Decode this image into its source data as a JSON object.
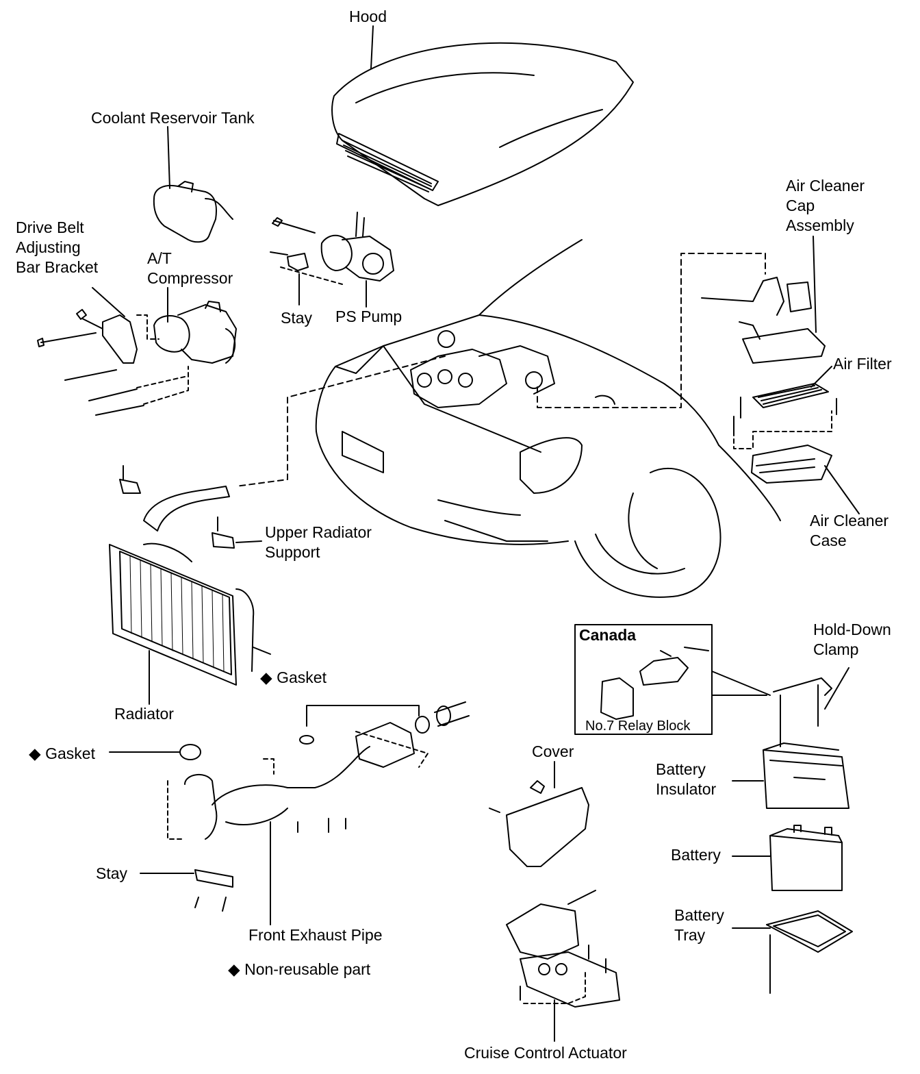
{
  "labels": {
    "hood": "Hood",
    "coolant_tank": "Coolant Reservoir Tank",
    "drive_belt_1": "Drive Belt",
    "drive_belt_2": "Adjusting",
    "drive_belt_3": "Bar Bracket",
    "at_1": "A/T",
    "at_2": "Compressor",
    "stay_top": "Stay",
    "ps_pump": "PS Pump",
    "air_cap_1": "Air Cleaner",
    "air_cap_2": "Cap",
    "air_cap_3": "Assembly",
    "air_filter": "Air Filter",
    "air_case_1": "Air Cleaner",
    "air_case_2": "Case",
    "upper_rad_1": "Upper Radiator",
    "upper_rad_2": "Support",
    "radiator": "Radiator",
    "gasket_right": "Gasket",
    "gasket_left": "Gasket",
    "stay_bottom": "Stay",
    "front_exhaust": "Front Exhaust Pipe",
    "non_reusable": "Non-reusable part",
    "canada": "Canada",
    "relay_block": "No.7 Relay Block",
    "hold_down_1": "Hold-Down",
    "hold_down_2": "Clamp",
    "cover": "Cover",
    "battery_ins_1": "Battery",
    "battery_ins_2": "Insulator",
    "battery": "Battery",
    "battery_tray_1": "Battery",
    "battery_tray_2": "Tray",
    "cruise": "Cruise Control Actuator"
  },
  "symbols": {
    "diamond": "◆"
  }
}
